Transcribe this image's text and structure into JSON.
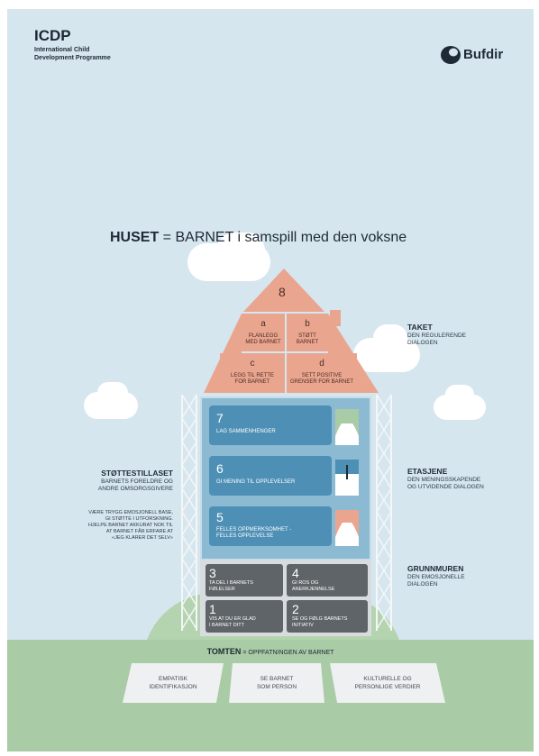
{
  "header": {
    "brand": "ICDP",
    "brand_sub_line1": "International Child",
    "brand_sub_line2": "Development Programme",
    "logo_text": "Bufdir"
  },
  "title": {
    "bold": "HUSET",
    "rest": " = BARNET i samspill med den voksne"
  },
  "roof": {
    "top_number": "8",
    "tiles": [
      {
        "letter": "a",
        "line1": "PLANLEGG",
        "line2": "MED BARNET"
      },
      {
        "letter": "b",
        "line1": "STØTT",
        "line2": "BARNET"
      },
      {
        "letter": "c",
        "line1": "LEGG TIL RETTE",
        "line2": "FOR BARNET"
      },
      {
        "letter": "d",
        "line1": "SETT POSITIVE",
        "line2": "GRENSER FOR BARNET"
      }
    ]
  },
  "floors": [
    {
      "number": "7",
      "line1": "LAG SAMMENHENGER",
      "line2": ""
    },
    {
      "number": "6",
      "line1": "GI MENING TIL OPPLEVELSER",
      "line2": ""
    },
    {
      "number": "5",
      "line1": "FELLES OPPMERKSOMHET -",
      "line2": "FELLES OPPLEVELSE"
    }
  ],
  "foundation": [
    {
      "number": "3",
      "line1": "TA DEL I BARNETS",
      "line2": "FØLELSER"
    },
    {
      "number": "4",
      "line1": "GI ROS OG",
      "line2": "ANERKJENNELSE"
    },
    {
      "number": "1",
      "line1": "VIS AT DU ER GLAD",
      "line2": "I BARNET DITT"
    },
    {
      "number": "2",
      "line1": "SE OG FØLG BARNETS",
      "line2": "INITIATIV"
    }
  ],
  "labels": {
    "taket_title": "TAKET",
    "taket_line1": "DEN REGULERENDE",
    "taket_line2": "DIALOGEN",
    "etasjene_title": "ETASJENE",
    "etasjene_line1": "DEN MENINGSSKAPENDE",
    "etasjene_line2": "OG UTVIDENDE DIALOGEN",
    "grunnmuren_title": "GRUNNMUREN",
    "grunnmuren_line1": "DEN EMOSJONELLE",
    "grunnmuren_line2": "DIALOGEN",
    "stotte_title": "STØTTESTILLASET",
    "stotte_line1": "BARNETS FORELDRE OG",
    "stotte_line2": "ANDRE OMSORGSGIVERE",
    "stotte_desc1": "VÆRE TRYGG EMOSJONELL BASE,",
    "stotte_desc2": "GI STØTTE I UTFORSKNING.",
    "stotte_desc3": "HJELPE BARNET AKKURAT NOK TIL",
    "stotte_desc4": "AT BARNET FÅR ERFARE AT",
    "stotte_desc5": "«JEG KLARER DET SELV»"
  },
  "tomten": {
    "bold": "TOMTEN",
    "rest": " = OPPFATNINGEN AV BARNET"
  },
  "stones": [
    {
      "line1": "EMPATISK",
      "line2": "IDENTIFIKASJON"
    },
    {
      "line1": "SE BARNET",
      "line2": "SOM PERSON"
    },
    {
      "line1": "KULTURELLE OG",
      "line2": "PERSONLIGE VERDIER"
    }
  ],
  "colors": {
    "sky": "#d6e6ef",
    "roof": "#eaa58f",
    "floors": "#4d8fb5",
    "foundation": "#5f6468",
    "ground": "#a9cba5"
  }
}
